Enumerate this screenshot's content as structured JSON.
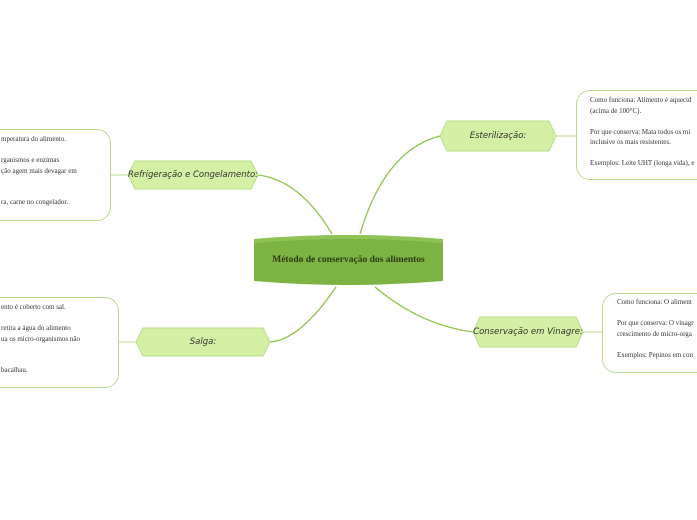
{
  "colors": {
    "central_fill": "#8bc34a",
    "central_fill_dark": "#7cb342",
    "branch_fill": "#d4f0a4",
    "branch_stroke": "#b9dc8b",
    "link": "#8bc34a"
  },
  "central": {
    "title": "Método de conservação dos alimentos"
  },
  "branches": {
    "esterilizacao": {
      "label": "Esterilização:",
      "note": "Como funciona: Alimento é aquecid\n(acima de 100°C).\n\nPor que conserva: Mata todos os mi\ninclusive os mais resistentes.\n\nExemplos: Leite UHT (longa vida), e"
    },
    "refrigeracao": {
      "label": "Refrigeração e Congelamento:",
      "note": "mperatura do alimento.\n\nrganismos e enzimas\nção agem mais devagar em\n\n\nra, carne no congelador."
    },
    "salga": {
      "label": "Salga:",
      "note": "ento é coberto com sal.\n\nretira a água do alimento\nua os micro-organismos não\n\n\nbacalhau."
    },
    "vinagre": {
      "label": "Conservação em Vinagre:",
      "note": "Como funciona: O aliment\n\nPor que conserva: O vinagr\ncrescimento de micro-orga\n\nExemplos: Pepinos em con"
    }
  }
}
